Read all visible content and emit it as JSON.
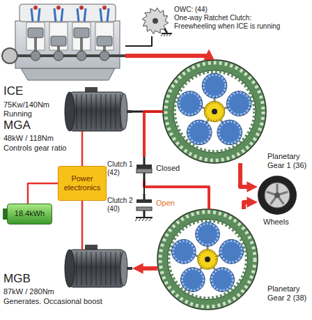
{
  "diagram": {
    "nodes": [
      {
        "text": [
          "ICE",
          "75Kw/140Nm",
          "Running"
        ]
      },
      {
        "text": [
          "OWC: (44)",
          "One-way Ratchet Clutch: Freewheeling when ICE is running"
        ]
      },
      {
        "text": [
          "MGA",
          "48kW / 118Nm",
          "Controls gear ratio"
        ]
      },
      {
        "text": [
          "Planetary Gear 1 (36)"
        ]
      },
      {
        "text": [
          "Power electronics"
        ]
      },
      {
        "text": [
          "Clutch 1 (42)",
          "Closed"
        ]
      },
      {
        "text": [
          "18.4kWh"
        ]
      },
      {
        "text": [
          "Clutch 2 (40)",
          "Open"
        ]
      },
      {
        "text": [
          "Wheels"
        ]
      },
      {
        "text": [
          "MGB",
          "87kW / 280Nm",
          "Generates. Occasional boost"
        ]
      },
      {
        "text": [
          "Planetary Gear 2 (38)"
        ]
      }
    ],
    "edges": [
      {
        "from": 0,
        "to": 3,
        "arrow": "to"
      },
      {
        "from": 1,
        "to": 0,
        "arrow": "none"
      },
      {
        "from": 2,
        "to": 3,
        "arrow": "none"
      },
      {
        "from": 3,
        "to": 8,
        "arrow": "to"
      },
      {
        "from": 10,
        "to": 8,
        "arrow": "to"
      },
      {
        "from": 10,
        "to": 9,
        "arrow": "to"
      },
      {
        "from": 2,
        "to": 4,
        "arrow": "none"
      },
      {
        "from": 4,
        "to": 6,
        "arrow": "none"
      },
      {
        "from": 4,
        "to": 9,
        "arrow": "none"
      },
      {
        "from": 3,
        "to": 5,
        "arrow": "none"
      },
      {
        "from": 5,
        "to": 10,
        "arrow": "none"
      },
      {
        "from": 5,
        "to": 7,
        "arrow": "none"
      }
    ]
  }
}
